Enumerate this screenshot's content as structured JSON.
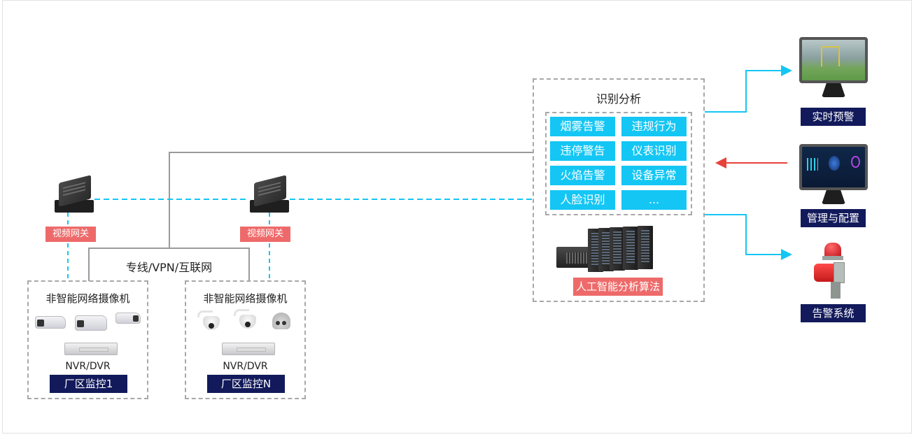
{
  "diagram": {
    "analysis": {
      "title": "识别分析",
      "functions": [
        "烟雾告警",
        "违规行为",
        "违停警告",
        "仪表识别",
        "火焰告警",
        "设备异常",
        "人脸识别",
        "..."
      ],
      "server_label": "人工智能分析算法"
    },
    "network": {
      "label": "专线/VPN/互联网"
    },
    "gateways": [
      {
        "label": "视频网关"
      },
      {
        "label": "视频网关"
      }
    ],
    "sites": [
      {
        "camera_title": "非智能网络摄像机",
        "recorder_label": "NVR/DVR",
        "site_label": "厂区监控1"
      },
      {
        "camera_title": "非智能网络摄像机",
        "recorder_label": "NVR/DVR",
        "site_label": "厂区监控N"
      }
    ],
    "outputs": [
      {
        "label": "实时预警",
        "icon": "monitor-scene-icon"
      },
      {
        "label": "管理与配置",
        "icon": "monitor-dashboard-icon"
      },
      {
        "label": "告警系统",
        "icon": "alarm-siren-icon"
      }
    ],
    "colors": {
      "cyan": "#14c6f4",
      "red_tag": "#ee6a6a",
      "navy_tag": "#121a5b",
      "gray_line": "#9a9a9a",
      "red_arrow": "#e8413c"
    }
  }
}
